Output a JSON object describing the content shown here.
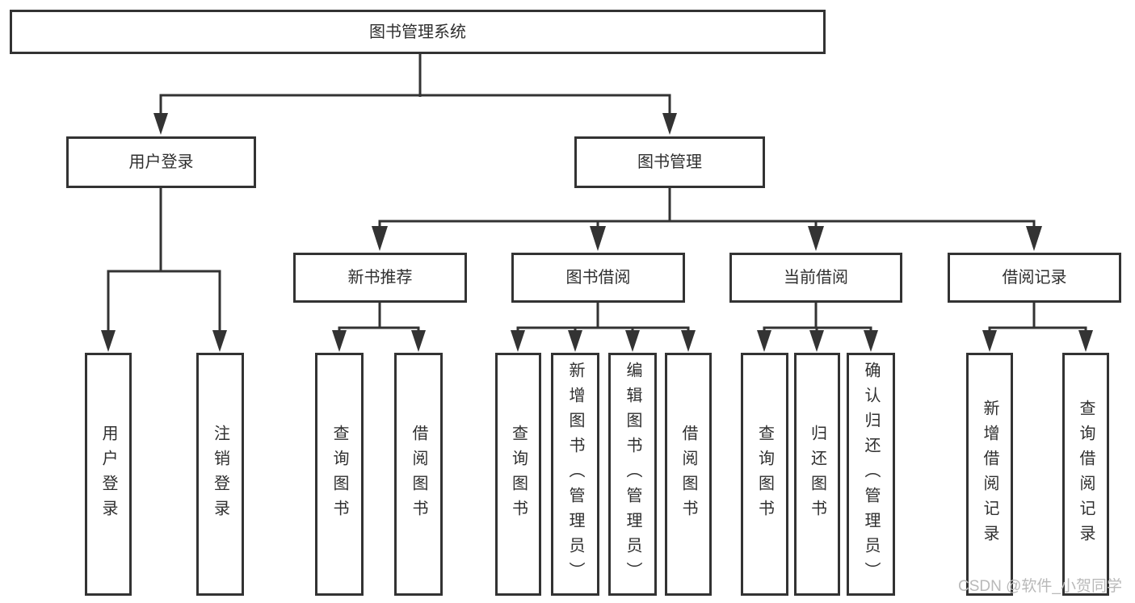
{
  "diagram": {
    "type": "hierarchy-diagram",
    "colors": {
      "line": "#333333",
      "box_border": "#333333",
      "box_fill": "#ffffff",
      "text": "#2f2f2f",
      "watermark": "#b9b9b9"
    },
    "watermark": "CSDN @软件_小贺同学",
    "nodes": {
      "root": {
        "label": "图书管理系统"
      },
      "user_login": {
        "label": "用户登录"
      },
      "book_mgmt": {
        "label": "图书管理"
      },
      "new_rec": {
        "label": "新书推荐"
      },
      "borrow": {
        "label": "图书借阅"
      },
      "current": {
        "label": "当前借阅"
      },
      "records": {
        "label": "借阅记录"
      },
      "leaf_user_login": {
        "label": "用户登录"
      },
      "leaf_logout": {
        "label": "注销登录"
      },
      "leaf_query_book_1": {
        "label": "查询图书"
      },
      "leaf_borrow_book_1": {
        "label": "借阅图书"
      },
      "leaf_query_book_2": {
        "label": "查询图书"
      },
      "leaf_add_book": {
        "label": "新增图书（管理员）"
      },
      "leaf_edit_book": {
        "label": "编辑图书（管理员）"
      },
      "leaf_borrow_book_2": {
        "label": "借阅图书"
      },
      "leaf_query_book_3": {
        "label": "查询图书"
      },
      "leaf_return_book": {
        "label": "归还图书"
      },
      "leaf_confirm_return": {
        "label": "确认归还（管理员）"
      },
      "leaf_add_record": {
        "label": "新增借阅记录"
      },
      "leaf_query_record": {
        "label": "查询借阅记录"
      }
    },
    "edges": [
      "root->user_login",
      "root->book_mgmt",
      "user_login->leaf_user_login",
      "user_login->leaf_logout",
      "book_mgmt->new_rec",
      "book_mgmt->borrow",
      "book_mgmt->current",
      "book_mgmt->records",
      "new_rec->leaf_query_book_1",
      "new_rec->leaf_borrow_book_1",
      "borrow->leaf_query_book_2",
      "borrow->leaf_add_book",
      "borrow->leaf_edit_book",
      "borrow->leaf_borrow_book_2",
      "current->leaf_query_book_3",
      "current->leaf_return_book",
      "current->leaf_confirm_return",
      "records->leaf_add_record",
      "records->leaf_query_record"
    ]
  }
}
